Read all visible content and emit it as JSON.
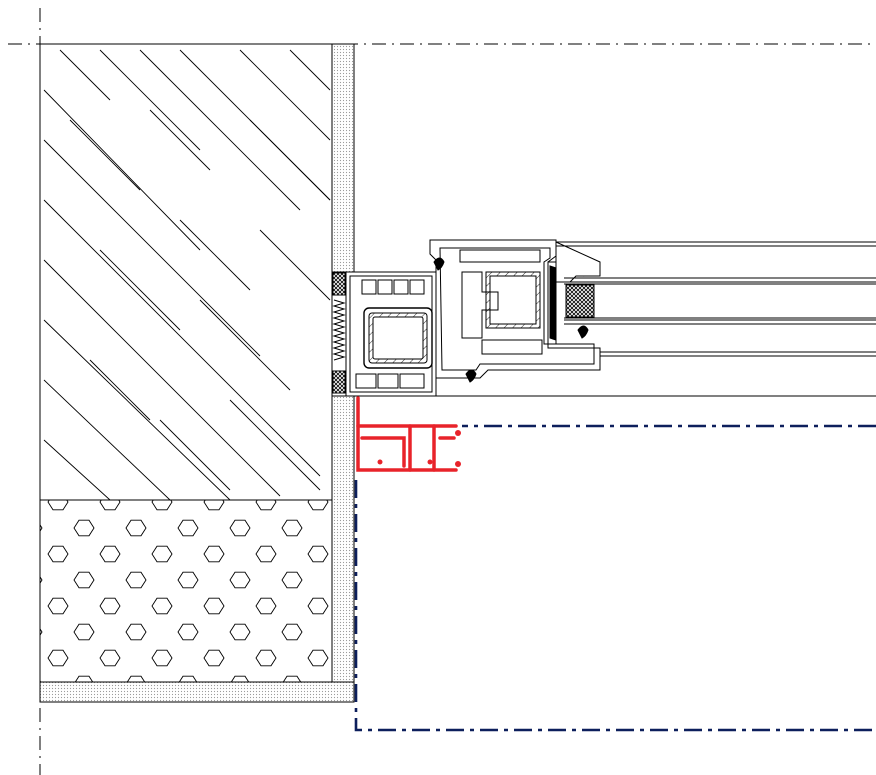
{
  "colors": {
    "line": "#000000",
    "plaster": "#d9d9d9",
    "accent_profile": "#e8232a",
    "outline_dashed": "#0d1f5c",
    "background": "#ffffff"
  },
  "drawing": {
    "description_elements": [
      "concrete-wall-hatch",
      "insulation-hexagon-pattern",
      "plaster-layer",
      "window-frame-section",
      "glazing-unit",
      "red-mounting-profile",
      "dashed-reveal-outline",
      "center-lines"
    ]
  }
}
